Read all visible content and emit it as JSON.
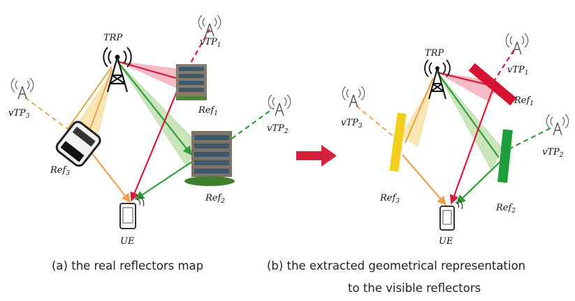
{
  "left_panel": {
    "trp": "TRP",
    "vtp1": "vTP",
    "vtp1_sub": "1",
    "vtp2": "vTP",
    "vtp2_sub": "2",
    "vtp3": "vTP",
    "vtp3_sub": "3",
    "ref1": "Ref",
    "ref1_sub": "1",
    "ref2": "Ref",
    "ref2_sub": "2",
    "ref3": "Ref",
    "ref3_sub": "3",
    "ue": "UE",
    "caption": "(a) the real reflectors map"
  },
  "right_panel": {
    "trp": "TRP",
    "vtp1": "vTP",
    "vtp1_sub": "1",
    "vtp2": "vTP",
    "vtp2_sub": "2",
    "vtp3": "vTP",
    "vtp3_sub": "3",
    "ref1": "Ref",
    "ref1_sub": "1",
    "ref2": "Ref",
    "ref2_sub": "2",
    "ref3": "Ref",
    "ref3_sub": "3",
    "ue": "UE",
    "caption_line1": "(b) the extracted geometrical representation",
    "caption_line2": "to the visible reflectors"
  },
  "colors": {
    "ref1_path": "#d81b3c",
    "ref2_path": "#2e9d3a",
    "ref3_path": "#f0a050",
    "ref1_beam": "#f3a6b4",
    "ref2_beam": "#b9dca5",
    "ref3_beam": "#f8e1a0",
    "reflector1": "#d5122f",
    "reflector2": "#1f9e3c",
    "reflector3": "#f2cf1c",
    "arrow": "#d6203a"
  },
  "icons": [
    "tower-icon",
    "virtual-tower-icon",
    "building-icon",
    "bus-icon",
    "phone-icon",
    "arrow-right-icon"
  ]
}
